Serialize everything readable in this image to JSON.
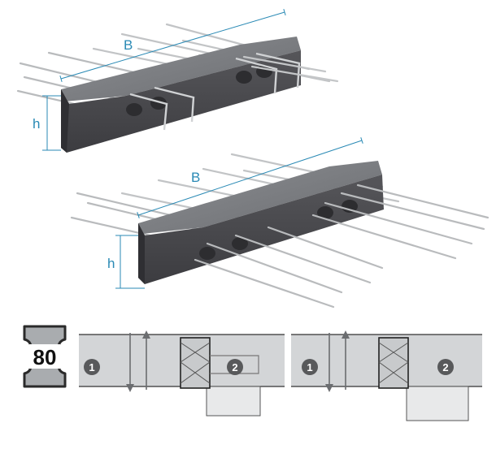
{
  "module_top": {
    "width_label": "B",
    "height_label": "h"
  },
  "module_bottom": {
    "width_label": "B",
    "height_label": "h"
  },
  "legend": {
    "badge_value": "80",
    "left_detail": {
      "zone_1": "1",
      "zone_2": "2"
    },
    "right_detail": {
      "zone_1": "1",
      "zone_2": "2"
    }
  },
  "colors": {
    "dimension_line": "#2a8ab5",
    "block_dark": "#47474b",
    "slab_fill": "#d3d5d7",
    "badge_fill": "#a9acaf"
  }
}
